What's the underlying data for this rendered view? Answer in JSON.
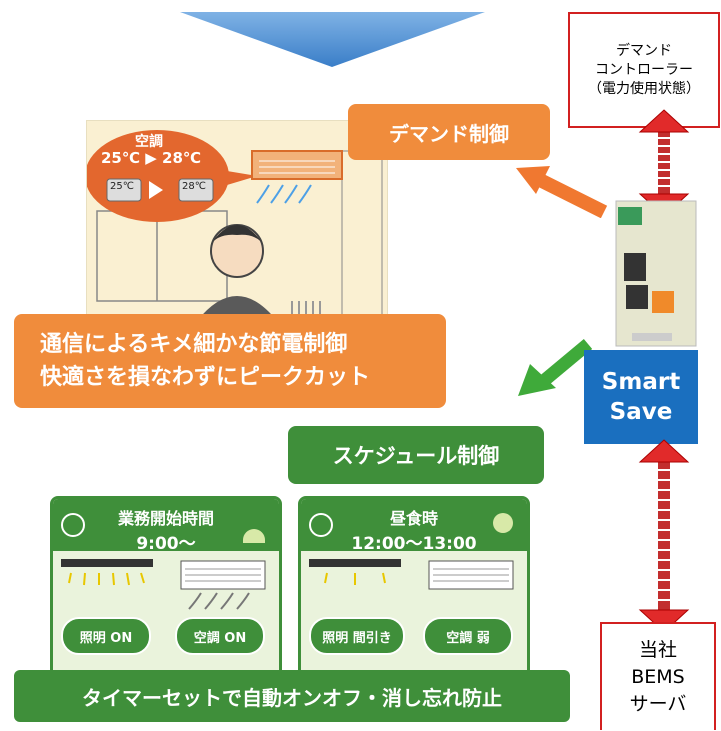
{
  "controller": {
    "title_line1": "デマンド",
    "title_line2": "コントローラー",
    "title_line3": "（電力使用状態）"
  },
  "demand_label": "デマンド制御",
  "ac_scene": {
    "heading": "空調",
    "temp_change": "25℃ ▶ 28℃",
    "before": "25℃",
    "after": "28℃"
  },
  "orange_banner": {
    "line1": "通信によるキメ細かな節電制御",
    "line2": "快適さを損なわずにピークカット"
  },
  "device": {
    "name_line1": "Smart",
    "name_line2": "Save"
  },
  "schedule_label": "スケジュール制御",
  "card1": {
    "title": "業務開始時間",
    "time": "9:00〜",
    "light": "照明 ON",
    "ac": "空調 ON"
  },
  "card2": {
    "title": "昼食時",
    "time": "12:00〜13:00",
    "light": "照明 間引き",
    "ac": "空調 弱"
  },
  "timer_banner": "タイマーセットで自動オンオフ・消し忘れ防止",
  "bems": {
    "line1": "当社",
    "line2": "BEMS",
    "line3": "サーバ"
  },
  "colors": {
    "orange": "#f08c3c",
    "green": "#3f8f3a",
    "blue": "#1a6fbf",
    "red": "#d22020"
  }
}
